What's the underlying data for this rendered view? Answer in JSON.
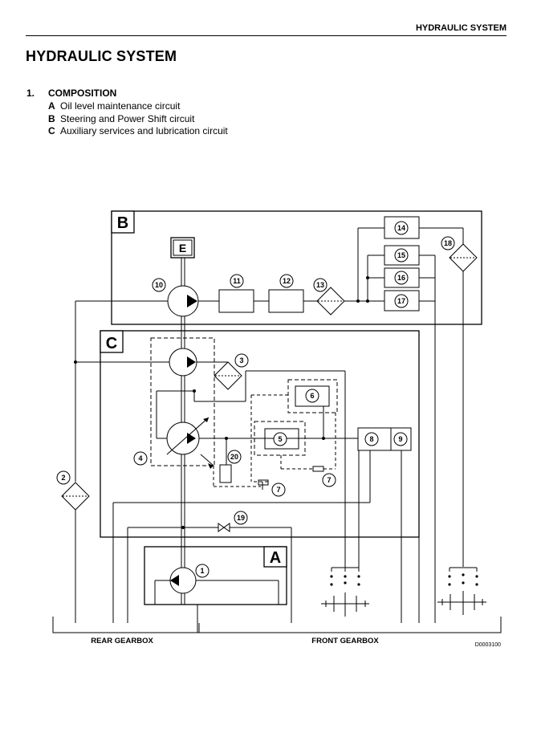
{
  "header": {
    "section": "HYDRAULIC SYSTEM"
  },
  "page_title": "HYDRAULIC SYSTEM",
  "composition": {
    "number": "1.",
    "title": "COMPOSITION",
    "items": [
      {
        "letter": "A",
        "text": "Oil level maintenance circuit"
      },
      {
        "letter": "B",
        "text": "Steering and Power Shift circuit"
      },
      {
        "letter": "C",
        "text": "Auxiliary services and lubrication circuit"
      }
    ]
  },
  "diagram": {
    "circuit_labels": {
      "a": "A",
      "b": "B",
      "c": "C"
    },
    "motor_label": "E",
    "component_numbers": [
      "1",
      "2",
      "3",
      "4",
      "5",
      "6",
      "7",
      "7",
      "8",
      "9",
      "10",
      "11",
      "12",
      "13",
      "14",
      "15",
      "16",
      "17",
      "18",
      "19",
      "20"
    ],
    "bottom_left_label": "REAR GEARBOX",
    "bottom_right_label": "FRONT GEARBOX",
    "reference_code": "D0003100"
  }
}
